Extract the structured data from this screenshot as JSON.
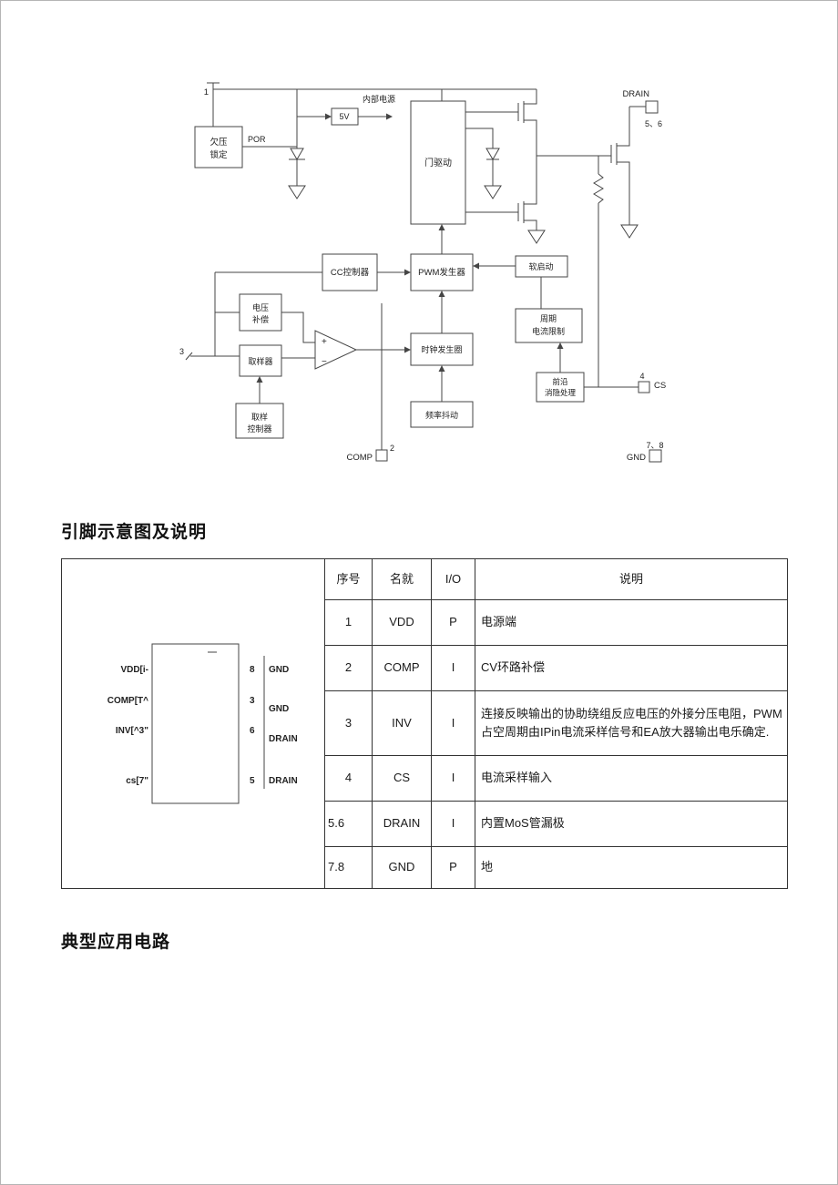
{
  "page": {
    "pins_heading": "引脚示意图及说明",
    "app_heading": "典型应用电路"
  },
  "diagram": {
    "pin1_num": "1",
    "uvlo_line1": "欠压",
    "uvlo_line2": "锁定",
    "por": "POR",
    "reg5v": "5V",
    "internal_power": "内部电源",
    "gate_drive": "门驱动",
    "drain_label": "DRAIN",
    "drain_pins": "5、6",
    "cc_controller": "CC控制器",
    "pwm_gen": "PWM发生器",
    "soft_start": "软启动",
    "volt_comp_1": "电压",
    "volt_comp_2": "补偿",
    "sampler": "取样器",
    "clock_gen": "时钟发生圈",
    "cycle_limit_1": "周期",
    "cycle_limit_2": "电流限制",
    "sample_ctrl_1": "取样",
    "sample_ctrl_2": "控制器",
    "freq_jitter": "频率抖动",
    "leb_1": "前沿",
    "leb_2": "消隐处理",
    "cs_num": "4",
    "cs_label": "CS",
    "comp_label": "COMP",
    "comp_num": "2",
    "gnd_label": "GND",
    "gnd_pins": "7、8",
    "inv_num": "3",
    "opamp_plus": "+",
    "opamp_minus": "−"
  },
  "chip": {
    "left_pins": [
      "VDD[i-",
      "COMP[T^",
      "INV[^3\"",
      "cs[7\""
    ],
    "right_pins": [
      {
        "num": "8",
        "name": "GND"
      },
      {
        "num": "3",
        "name": "GND"
      },
      {
        "num": "6",
        "name": "DRAIN"
      },
      {
        "num": "5",
        "name": "DRAIN"
      }
    ]
  },
  "pin_table": {
    "headers": {
      "no": "序号",
      "name": "名就",
      "io": "I/O",
      "desc": "说明"
    },
    "rows": [
      {
        "no": "1",
        "name": "VDD",
        "io": "P",
        "desc": "电源端"
      },
      {
        "no": "2",
        "name": "COMP",
        "io": "I",
        "desc": "CV环路补偿"
      },
      {
        "no": "3",
        "name": "INV",
        "io": "I",
        "desc": "连接反映输出的协助绕组反应电压的外接分压电阻，PWM占空周期由IPin电流采样信号和EA放大器输出电乐确定."
      },
      {
        "no": "4",
        "name": "CS",
        "io": "I",
        "desc": "电流采样输入"
      },
      {
        "no": "5.6",
        "name": "DRAIN",
        "io": "I",
        "desc": "内置MoS管漏极"
      },
      {
        "no": "7.8",
        "name": "GND",
        "io": "P",
        "desc": "地"
      }
    ]
  }
}
